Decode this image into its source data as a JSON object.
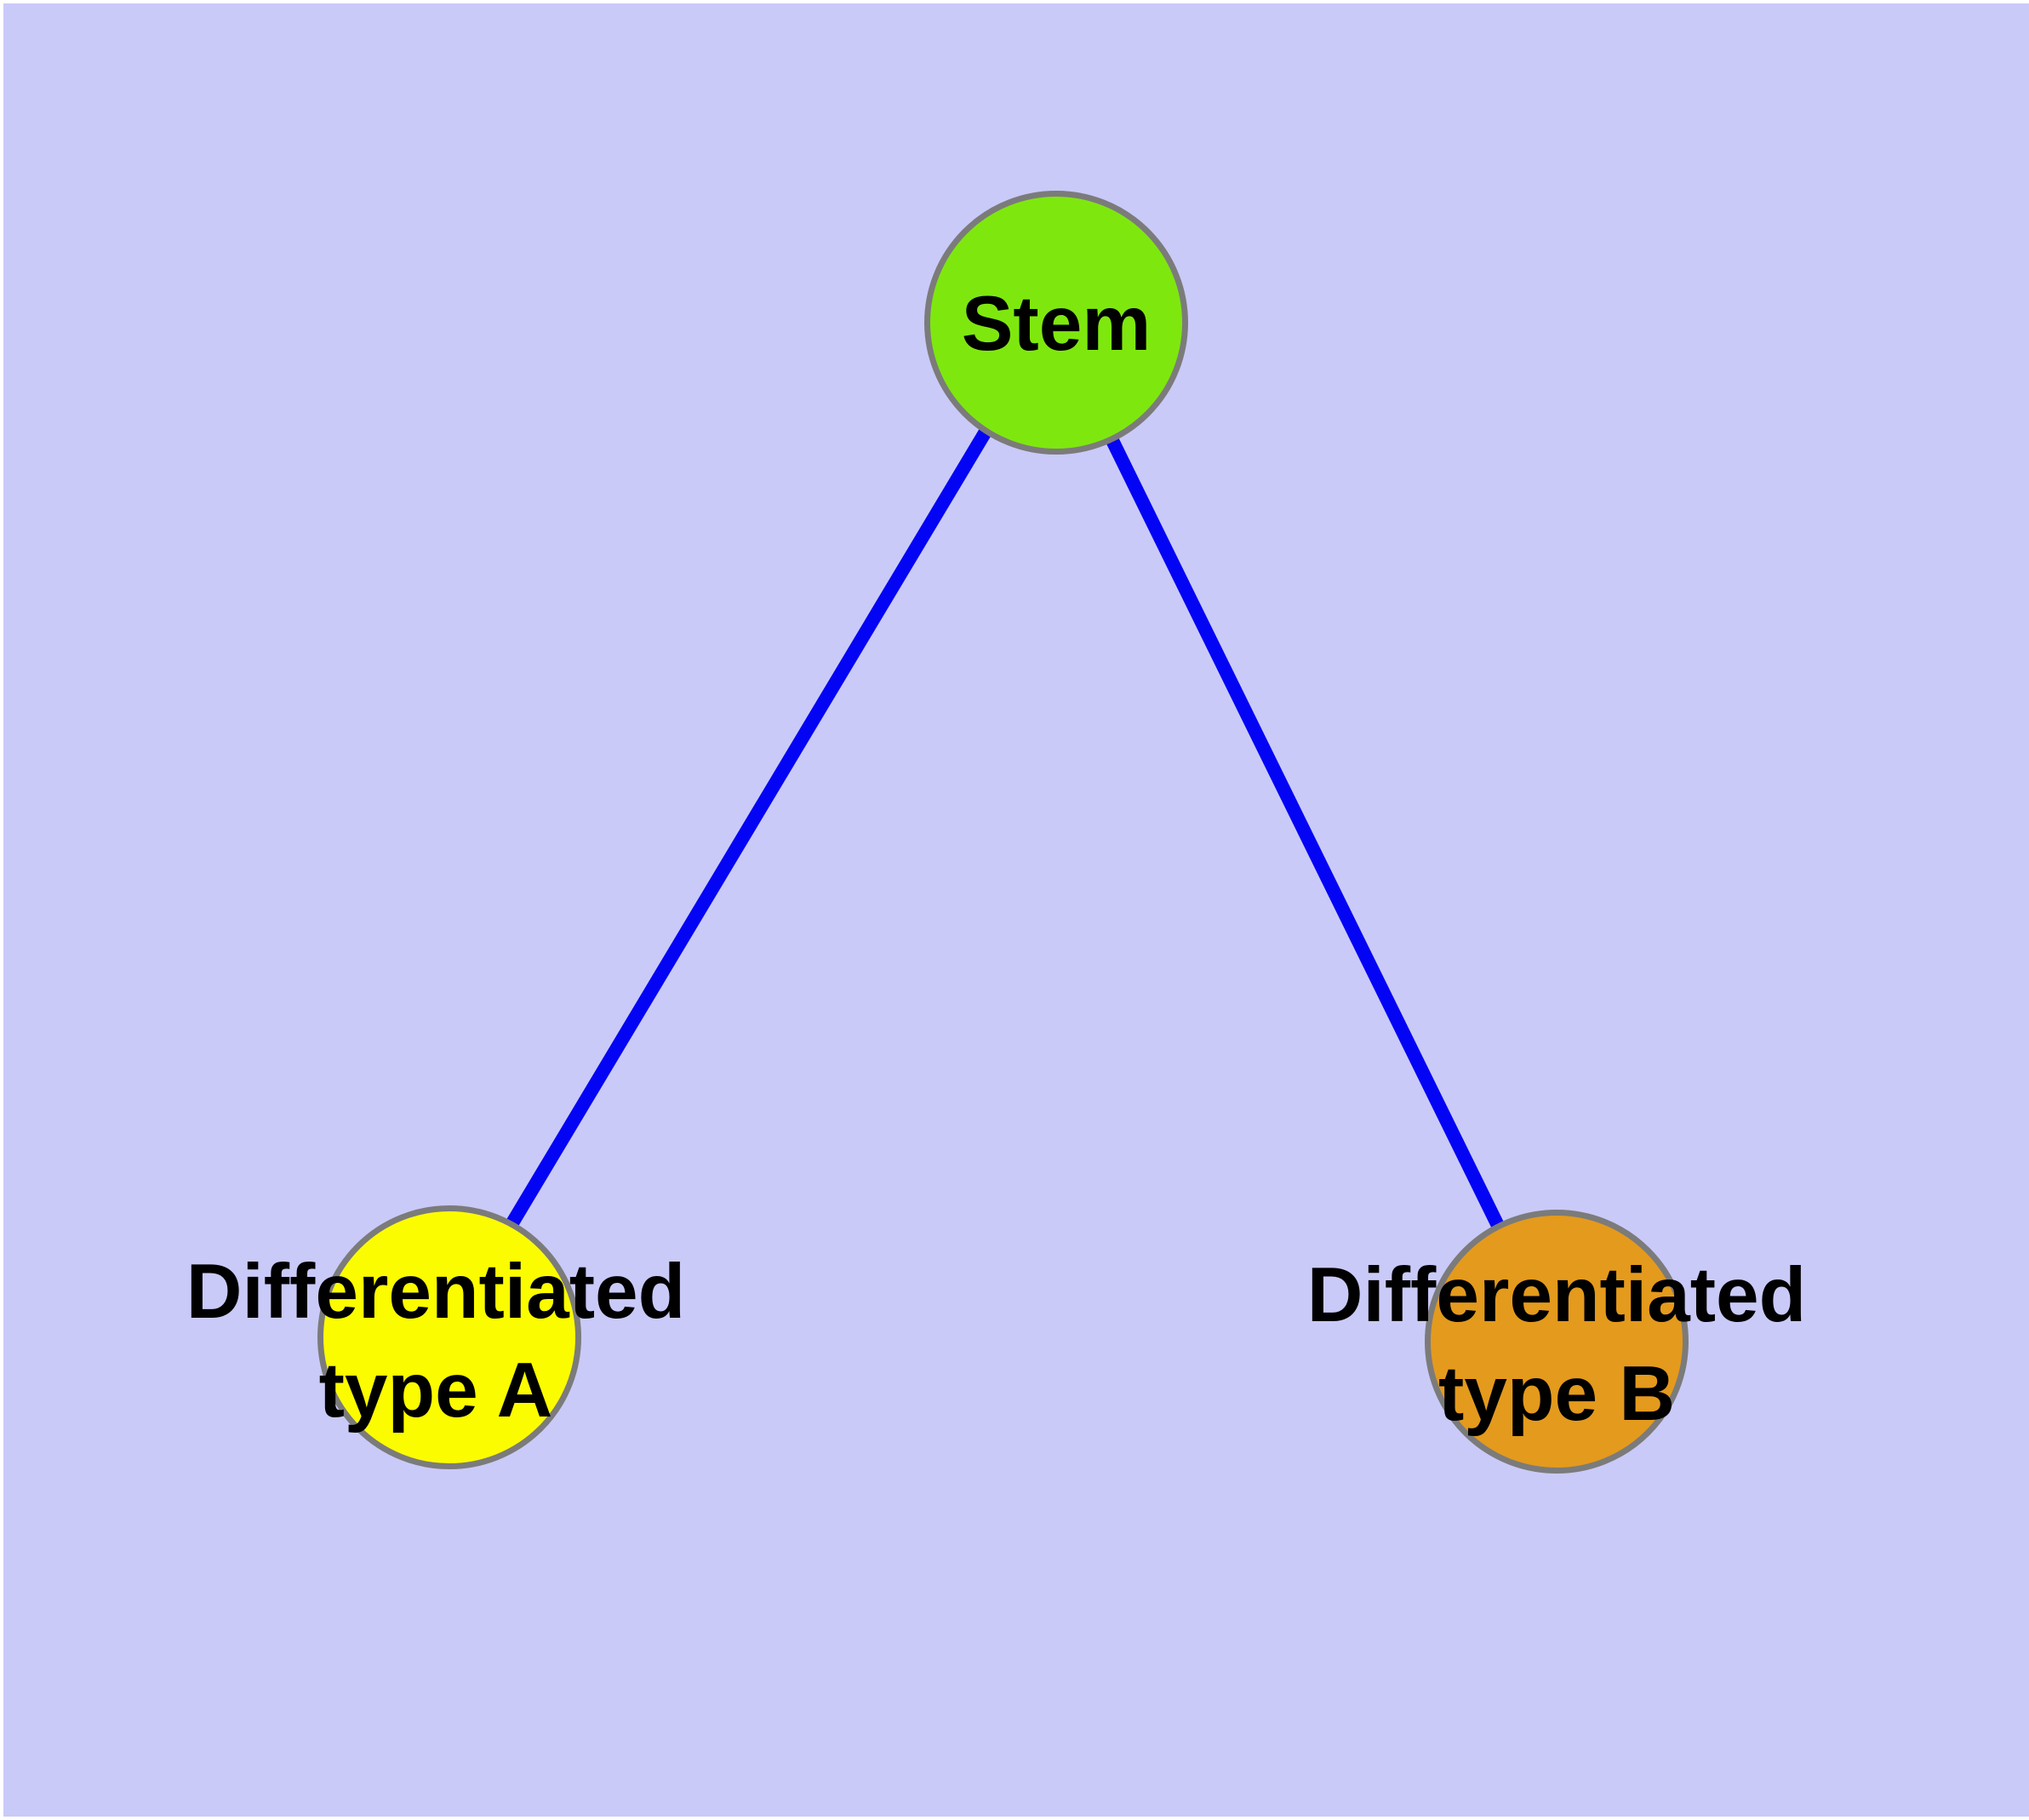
{
  "diagram": {
    "type": "graph",
    "background_color": "#CACAF8",
    "edge_color": "#0404F5",
    "node_border_color": "#7b7b7b",
    "label_color": "#000000",
    "nodes": [
      {
        "id": "stem",
        "label": "Stem",
        "color": "#7EE80E"
      },
      {
        "id": "type-a",
        "label": "Differentiated\ntype A",
        "color": "#FCFC00"
      },
      {
        "id": "type-b",
        "label": "Differentiated\ntype B",
        "color": "#E49A1C"
      }
    ],
    "edges": [
      {
        "from": "stem",
        "to": "type-a"
      },
      {
        "from": "stem",
        "to": "type-b"
      }
    ]
  }
}
